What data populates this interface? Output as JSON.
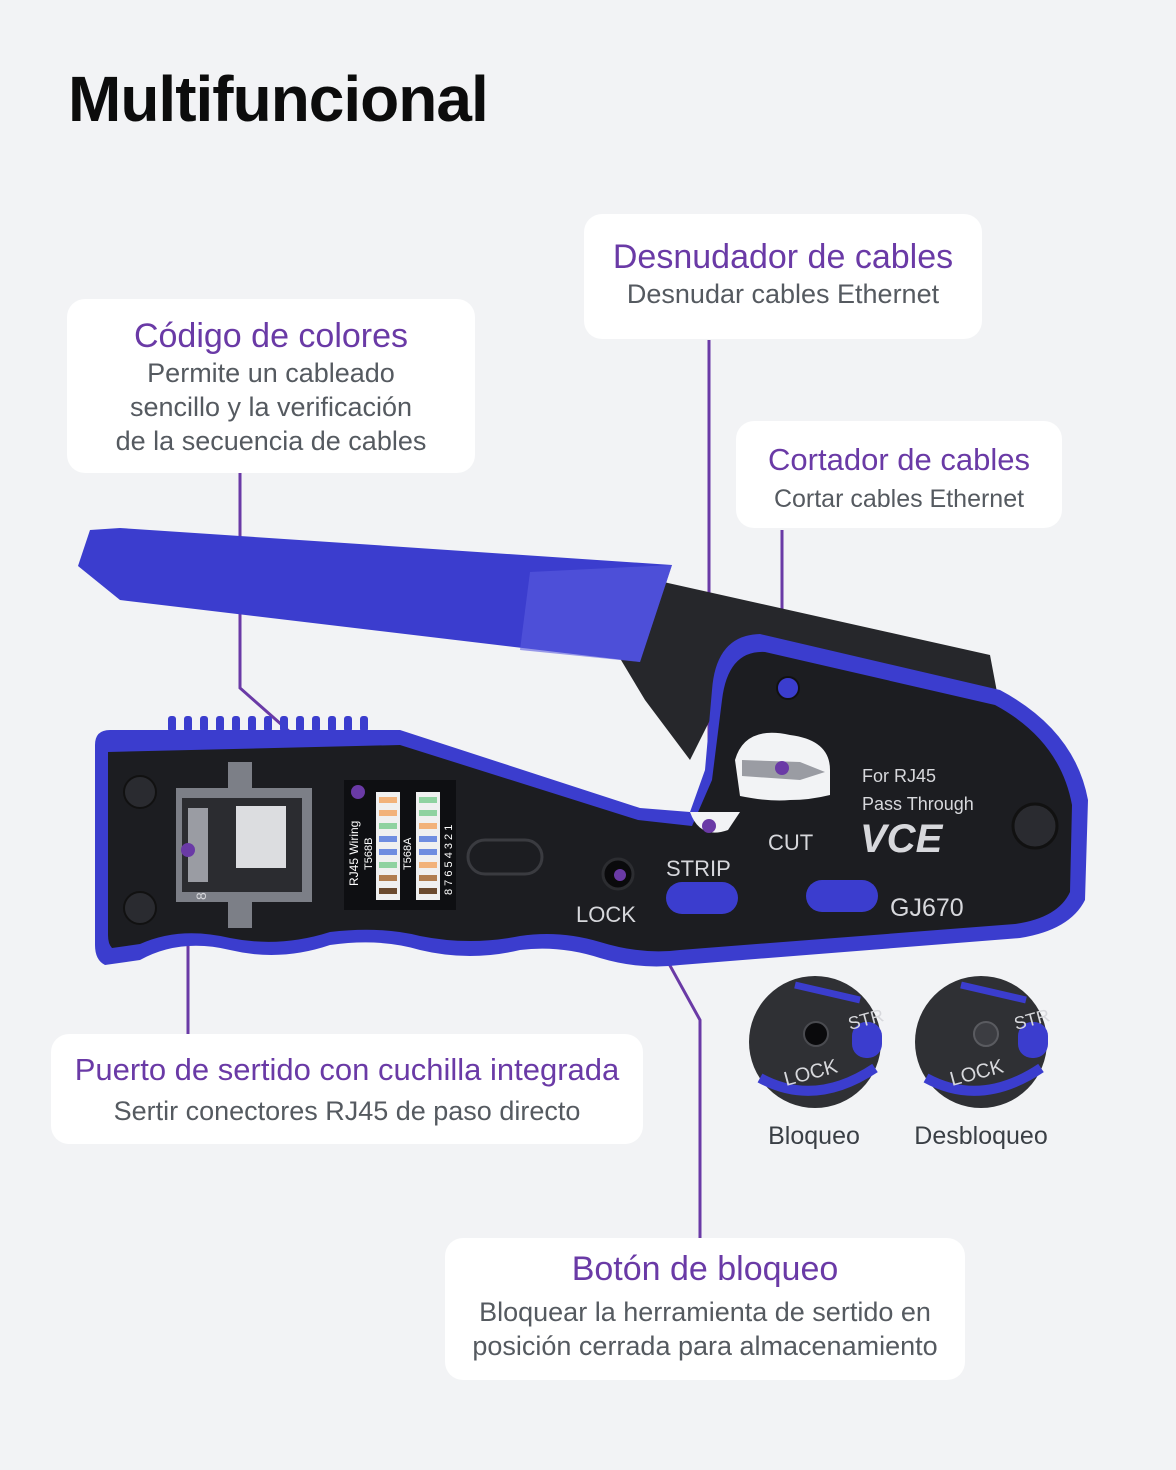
{
  "page": {
    "title": "Multifuncional"
  },
  "callouts": {
    "color_code": {
      "title": "Código de colores",
      "desc": "Permite un cableado\nsencillo y la verificación\nde la secuencia de cables"
    },
    "stripper": {
      "title": "Desnudador de cables",
      "desc": "Desnudar cables Ethernet"
    },
    "cutter": {
      "title": "Cortador de cables",
      "desc": "Cortar cables Ethernet"
    },
    "crimp_port": {
      "title": "Puerto de sertido con cuchilla integrada",
      "desc": "Sertir conectores RJ45 de paso directo"
    },
    "lock_button": {
      "title": "Botón de bloqueo",
      "desc": "Bloquear la herramienta de sertido en\nposición cerrada para almacenamiento"
    }
  },
  "tool": {
    "label_for": "For RJ45",
    "label_pass": "Pass Through",
    "brand": "VCE",
    "model": "GJ670",
    "cut": "CUT",
    "strip": "STRIP",
    "lock": "LOCK",
    "wiring": "RJ45 Wiring",
    "t568b": "T568B",
    "t568a": "T568A",
    "pins": "8 7 6 5 4 3 2 1",
    "port_num": "8"
  },
  "lock_states": {
    "locked": "Bloqueo",
    "unlocked": "Desbloqueo",
    "zoom_lock": "LOCK",
    "zoom_strip": "STR"
  },
  "colors": {
    "accent": "#6a3aa6",
    "handle_blue": "#3d3fd0",
    "body_black": "#1c1d21",
    "background": "#f2f3f5"
  }
}
